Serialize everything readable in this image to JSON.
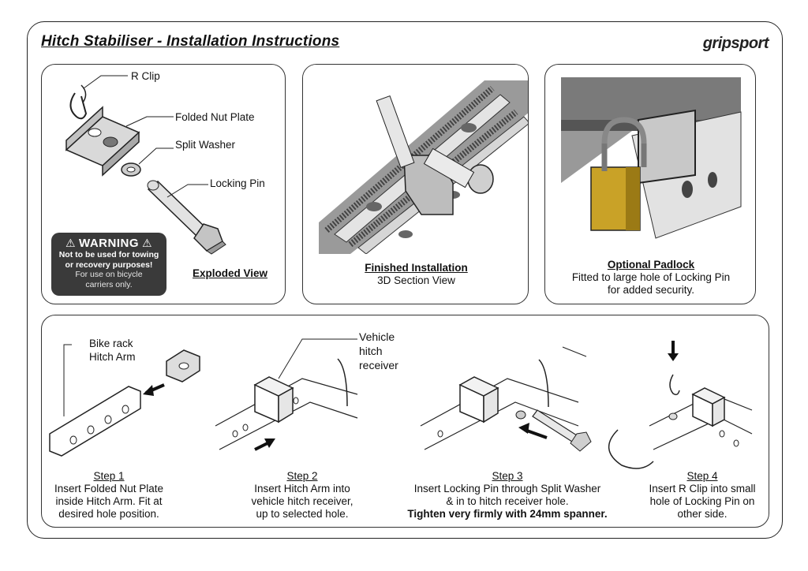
{
  "header": {
    "title": "Hitch Stabiliser - Installation Instructions",
    "brand": "gripsport"
  },
  "exploded": {
    "labels": {
      "r_clip": "R Clip",
      "folded_nut_plate": "Folded Nut Plate",
      "split_washer": "Split Washer",
      "locking_pin": "Locking Pin"
    },
    "caption": "Exploded View",
    "warning": {
      "title": "WARNING",
      "line1": "Not to be used for towing",
      "line2": "or recovery purposes!",
      "line3": "For use on bicycle",
      "line4": "carriers only."
    }
  },
  "finished": {
    "title": "Finished Installation",
    "subtitle": "3D Section View"
  },
  "padlock": {
    "title": "Optional Padlock",
    "line1": "Fitted to large hole of Locking Pin",
    "line2": "for added security."
  },
  "steps": {
    "labels": {
      "bike_rack": "Bike rack",
      "hitch_arm": "Hitch Arm",
      "vehicle": "Vehicle",
      "hitch": "hitch",
      "receiver": "receiver"
    },
    "step1": {
      "head": "Step 1",
      "line1": "Insert Folded Nut Plate",
      "line2": "inside Hitch Arm. Fit at",
      "line3": "desired hole position."
    },
    "step2": {
      "head": "Step 2",
      "line1": "Insert Hitch Arm into",
      "line2": "vehicle hitch receiver,",
      "line3": "up to selected hole."
    },
    "step3": {
      "head": "Step 3",
      "line1": "Insert Locking Pin through Split Washer",
      "line2": "& in to hitch receiver hole.",
      "line3": "Tighten very firmly with 24mm spanner."
    },
    "step4": {
      "head": "Step 4",
      "line1": "Insert R Clip into small",
      "line2": "hole of Locking Pin on",
      "line3": "other side."
    }
  },
  "colors": {
    "padlock_gold": "#c9a227",
    "steel": "#b8b8b8",
    "warning_bg": "#3a3a3a"
  }
}
